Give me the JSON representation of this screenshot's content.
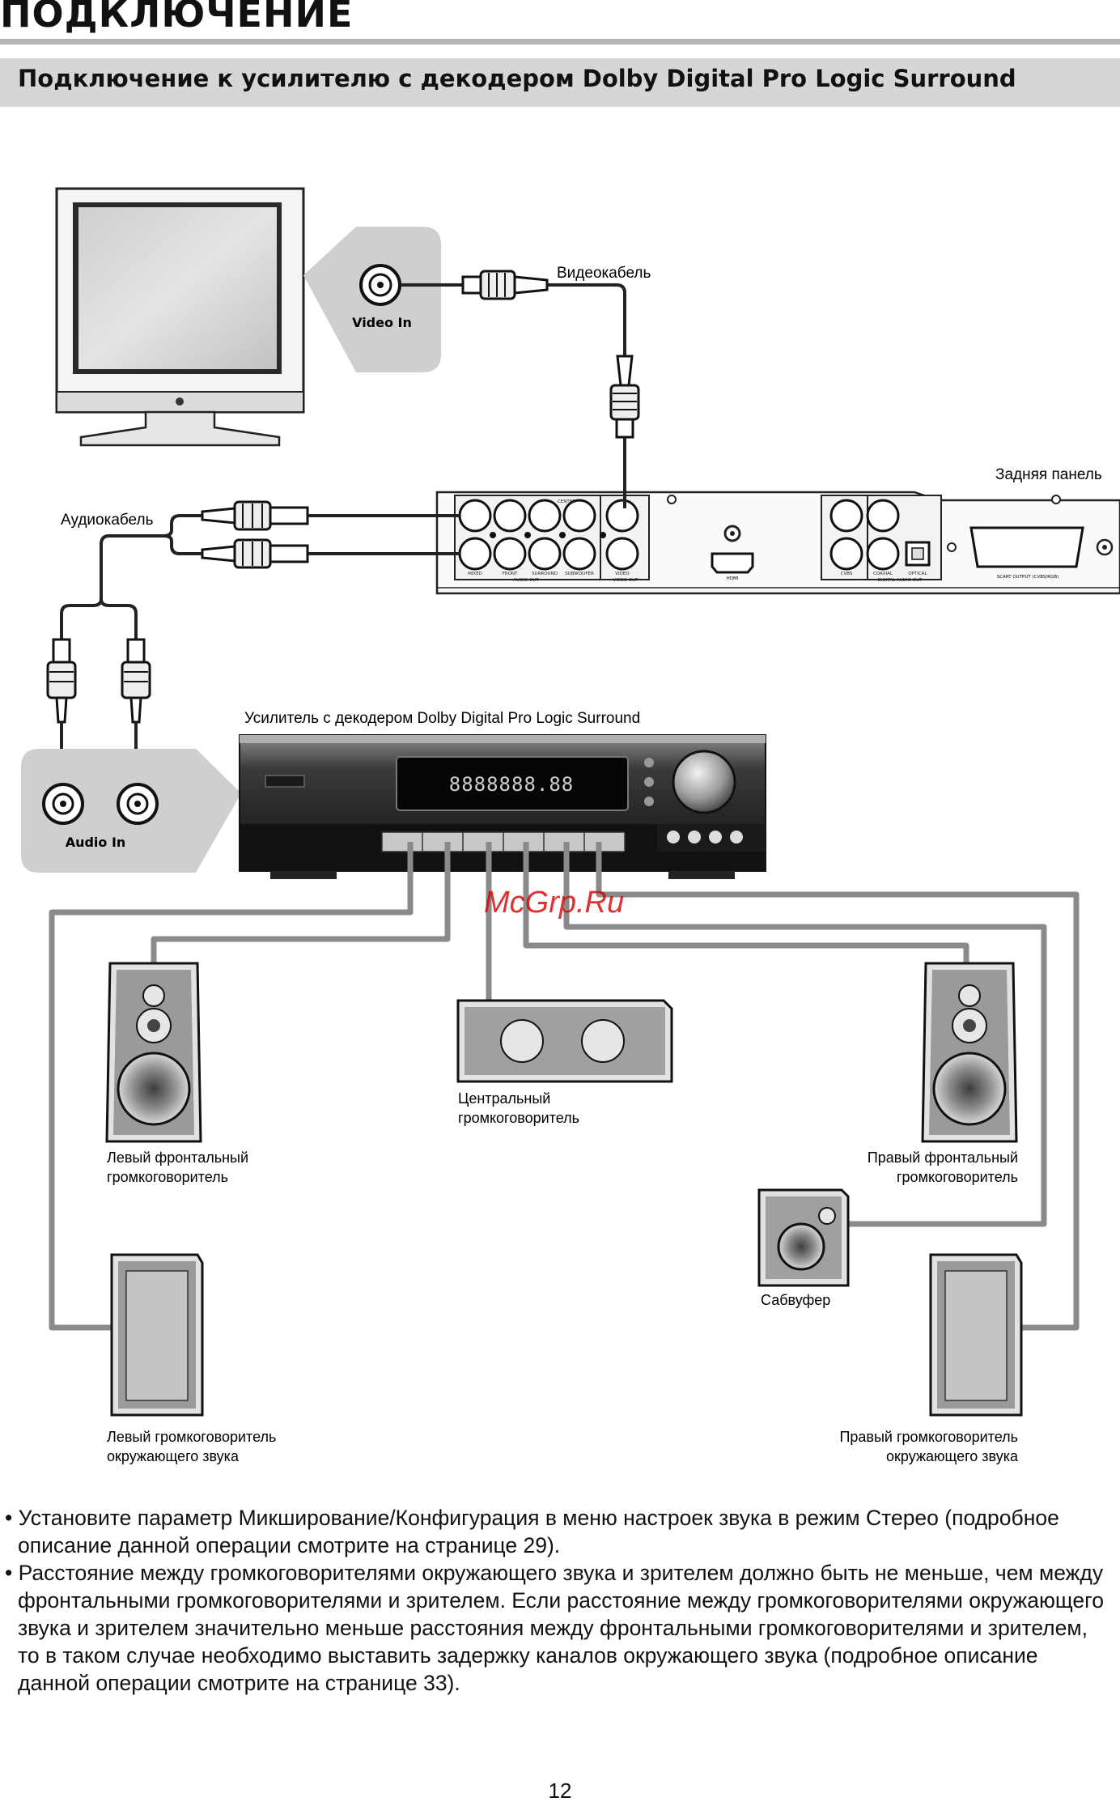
{
  "header": {
    "title": "ПОДКЛЮЧЕНИЕ",
    "subtitle": "Подключение к усилителю с декодером Dolby Digital Pro Logic Surround"
  },
  "diagram": {
    "labels": {
      "video_in": "Video In",
      "video_cable": "Видеокабель",
      "rear_panel": "Задняя панель",
      "audio_cable": "Аудиокабель",
      "amplifier": "Усилитель с декодером Dolby Digital Pro Logic Surround",
      "audio_in": "Audio In",
      "watermark": "McGrp.Ru",
      "display": "8888888.88",
      "center_l1": "Центральный",
      "center_l2": "громкоговоритель",
      "left_front_l1": "Левый фронтальный",
      "left_front_l2": "громкоговоритель",
      "right_front_l1": "Правый фронтальный",
      "right_front_l2": "громкоговоритель",
      "subwoofer": "Сабвуфер",
      "left_surround_l1": "Левый громкоговоритель",
      "left_surround_l2": "окружающего звука",
      "right_surround_l1": "Правый громкоговоритель",
      "right_surround_l2": "окружающего звука"
    },
    "panel_labels": {
      "mixed": "MIXED",
      "front": "FRONT",
      "surround": "SURROUND",
      "subwoofer": "SUBWOOFER",
      "center": "CENTER",
      "audio_out": "AUDIO OUT",
      "video": "VIDEO",
      "cvbs": "CVBS",
      "video_out": "VIDEO OUT",
      "hdmi": "HDMI",
      "coaxial": "COAXIAL",
      "optical": "OPTICAL",
      "digital_audio_out": "DIGITAL AUDIO OUT",
      "scart": "SCART OUTPUT (CVBS/RGB)"
    }
  },
  "notes": [
    "• Установите параметр Микширование/Конфигурация в меню настроек звука в режим Стерео (подробное описание данной операции смотрите на странице 29).",
    "• Расстояние между громкоговорителями окружающего звука и зрителем должно быть не меньше, чем между фронтальными громкоговорителями и зрителем. Если расстояние между громкоговорителями окружающего звука и зрителем значительно меньше расстояния между фронтальными громкоговорителями и зрителем, то в таком случае необходимо выставить задержку каналов окружающего звука (подробное описание данной операции смотрите на странице 33)."
  ],
  "page_number": "12"
}
